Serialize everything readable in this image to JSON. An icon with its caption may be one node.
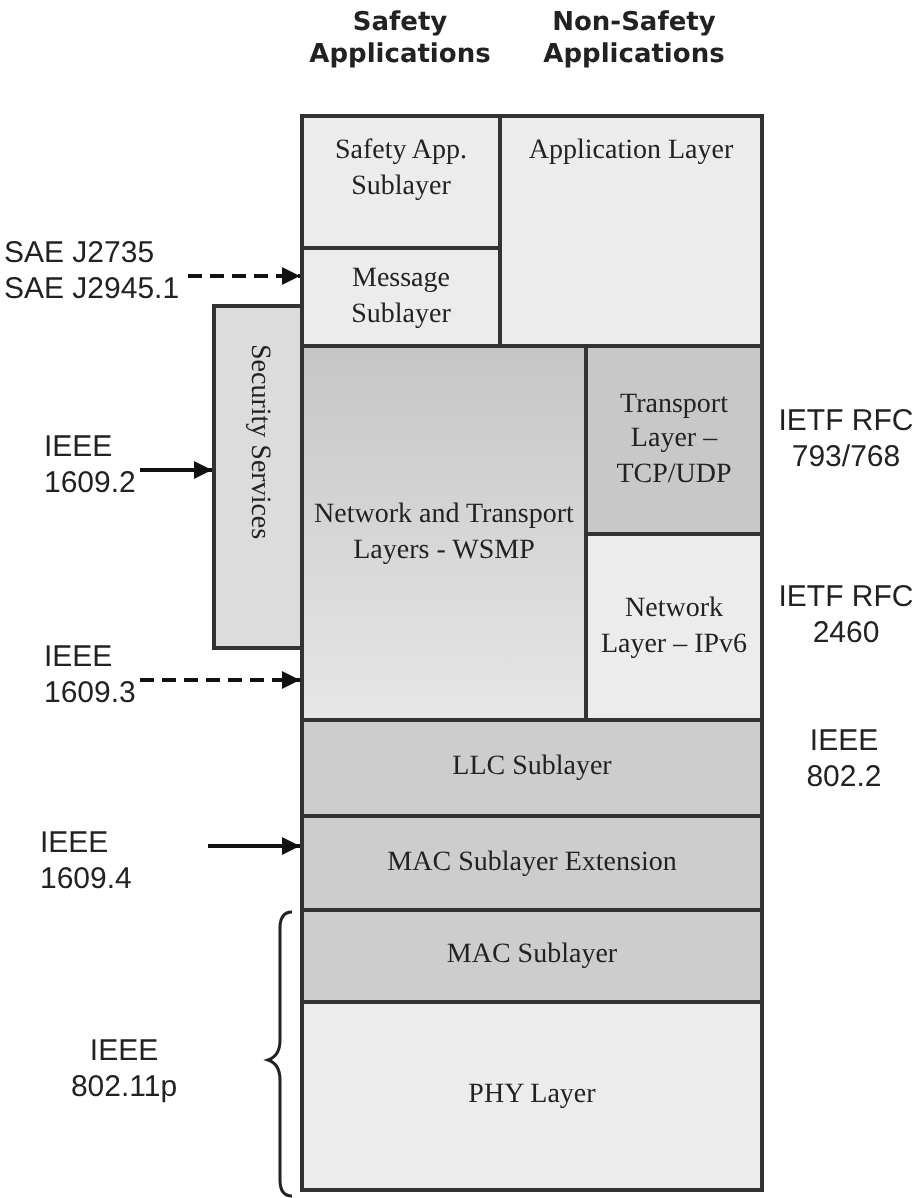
{
  "diagram": {
    "nodes": [
      {
        "text": [
          "Safety App. Sublayer"
        ]
      },
      {
        "text": [
          "Application Layer"
        ]
      },
      {
        "text": [
          "Security Services"
        ]
      },
      {
        "text": [
          "Message Sublayer"
        ]
      },
      {
        "text": [
          "Network and Transport Layers - WSMP"
        ]
      },
      {
        "text": [
          "Transport Layer – TCP/UDP"
        ]
      },
      {
        "text": [
          "Network Layer – IPv6"
        ]
      },
      {
        "text": [
          "LLC Sublayer"
        ]
      },
      {
        "text": [
          "MAC Sublayer Extension"
        ]
      },
      {
        "text": [
          "MAC Sublayer"
        ]
      },
      {
        "text": [
          "PHY Layer"
        ]
      },
      {
        "text": [
          "SAE J2735 SAE J2945.1"
        ]
      },
      {
        "text": [
          "IEEE 1609.2"
        ]
      },
      {
        "text": [
          "IEEE 1609.3"
        ]
      },
      {
        "text": [
          "IEEE 1609.4"
        ]
      }
    ],
    "edges": [
      {
        "from": 11,
        "to": 3,
        "arrow": "to",
        "style": "dashed"
      },
      {
        "from": 12,
        "to": 2,
        "arrow": "to"
      },
      {
        "from": 13,
        "to": 4,
        "arrow": "to",
        "style": "dashed"
      },
      {
        "from": 14,
        "to": 8,
        "arrow": "to"
      }
    ],
    "labels": [
      "Safety Applications",
      "Non-Safety Applications",
      "IETF RFC 793/768",
      "IETF RFC 2460",
      "IEEE 802.2",
      "IEEE 802.11p"
    ]
  }
}
